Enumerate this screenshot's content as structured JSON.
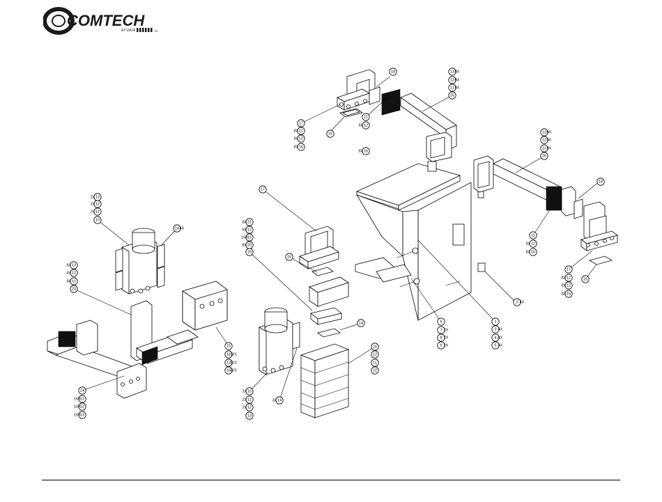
{
  "logo": {
    "wordmark": "COMTECH",
    "sub": "EF DATA",
    "tm": "TM",
    "colors": {
      "ring": "#1a1a1a",
      "text": "#1a1a1a"
    }
  },
  "callouts": [
    {
      "n": "18"
    },
    {
      "n": "13",
      "q": "8X"
    },
    {
      "n": "12",
      "q": "8X"
    },
    {
      "n": "11",
      "q": "8X"
    },
    {
      "n": "25"
    },
    {
      "n": "17"
    },
    {
      "n": "11",
      "q": "8X"
    },
    {
      "n": "12",
      "q": "8X"
    },
    {
      "n": "16",
      "q": "8X"
    },
    {
      "n": "15"
    },
    {
      "n": "11"
    },
    {
      "n": "12",
      "q": "8X"
    },
    {
      "n": "16",
      "q": "8X"
    },
    {
      "n": "13",
      "q": "8X"
    },
    {
      "n": "12",
      "q": "8X"
    },
    {
      "n": "11",
      "q": "8X"
    },
    {
      "n": "25"
    },
    {
      "n": "18"
    },
    {
      "n": "11"
    },
    {
      "n": "12",
      "q": "8X"
    },
    {
      "n": "16",
      "q": "8X"
    },
    {
      "n": "17"
    },
    {
      "n": "11",
      "q": "8X"
    },
    {
      "n": "12",
      "q": "8X"
    },
    {
      "n": "16",
      "q": "8X"
    },
    {
      "n": "15"
    },
    {
      "n": "2",
      "q": "4X"
    },
    {
      "n": "1"
    },
    {
      "n": "3",
      "q": "4X"
    },
    {
      "n": "4",
      "q": "4X"
    },
    {
      "n": "5",
      "q": "4X"
    },
    {
      "n": "6"
    },
    {
      "n": "7",
      "q": "2X"
    },
    {
      "n": "8",
      "q": "2X"
    },
    {
      "n": "9",
      "q": "2X"
    },
    {
      "n": "17"
    },
    {
      "n": "21",
      "q": "8X"
    },
    {
      "n": "12",
      "q": "8X"
    },
    {
      "n": "11",
      "q": "16X"
    },
    {
      "n": "20",
      "q": "8X"
    },
    {
      "n": "19"
    },
    {
      "n": "15"
    },
    {
      "n": "14"
    },
    {
      "n": "16"
    },
    {
      "n": "12"
    },
    {
      "n": "11"
    },
    {
      "n": "22"
    },
    {
      "n": "10",
      "q": "2X"
    },
    {
      "n": "11",
      "q": "2X"
    },
    {
      "n": "12",
      "q": "2X"
    },
    {
      "n": "13"
    },
    {
      "n": "14",
      "q": "3X"
    },
    {
      "n": "13",
      "q": "2X"
    },
    {
      "n": "12",
      "q": "2X"
    },
    {
      "n": "11",
      "q": "2X"
    },
    {
      "n": "10"
    },
    {
      "n": "14",
      "q": "4X"
    },
    {
      "n": "13",
      "q": "8X"
    },
    {
      "n": "12",
      "q": "8X"
    },
    {
      "n": "11",
      "q": "8X"
    },
    {
      "n": "23"
    },
    {
      "n": "15"
    },
    {
      "n": "11",
      "q": "32X"
    },
    {
      "n": "12",
      "q": "32X"
    },
    {
      "n": "16",
      "q": "32X"
    },
    {
      "n": "24"
    },
    {
      "n": "11",
      "q": "16X"
    },
    {
      "n": "12",
      "q": "16X"
    },
    {
      "n": "13",
      "q": "16X"
    }
  ]
}
